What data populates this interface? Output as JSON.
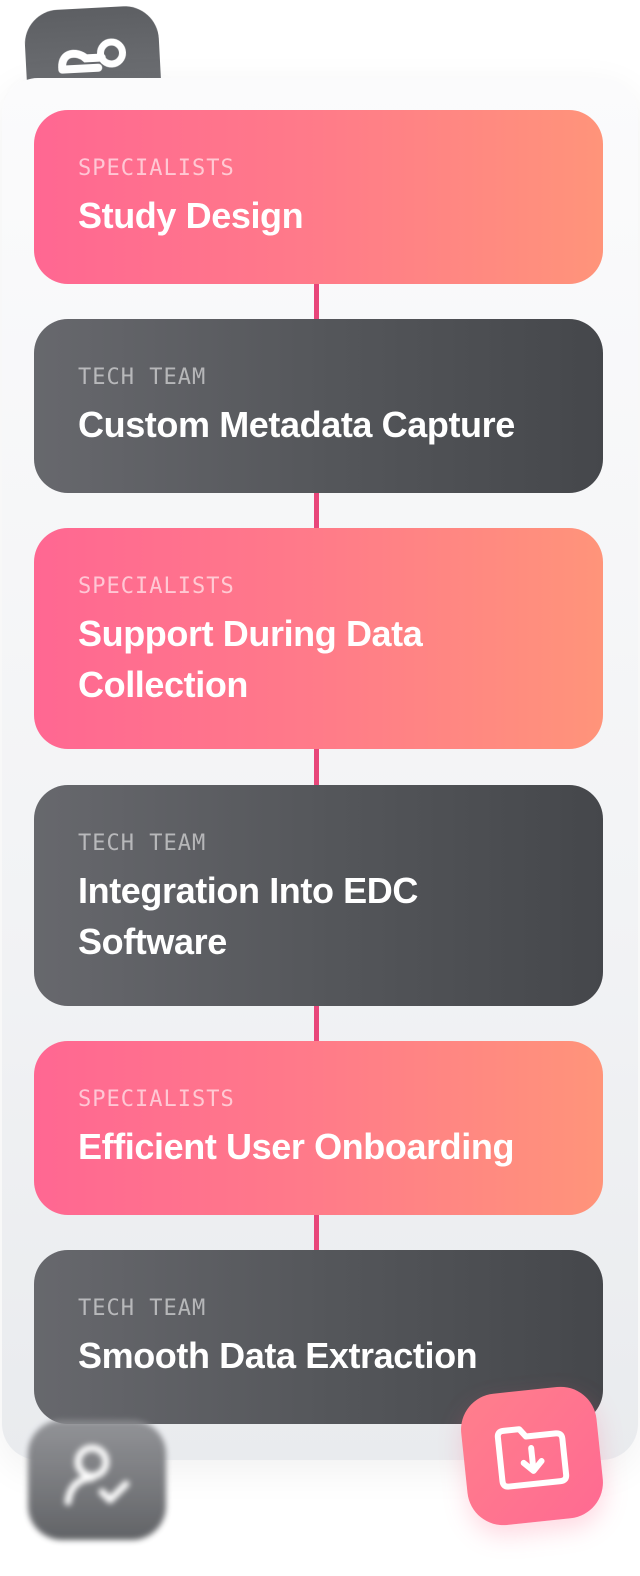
{
  "steps": [
    {
      "team": "SPECIALISTS",
      "title": "Study Design",
      "variant": "specialist"
    },
    {
      "team": "TECH TEAM",
      "title": "Custom Metadata Capture",
      "variant": "tech"
    },
    {
      "team": "SPECIALISTS",
      "title": "Support During Data Collection",
      "variant": "specialist"
    },
    {
      "team": "TECH TEAM",
      "title": "Integration Into EDC Software",
      "variant": "tech"
    },
    {
      "team": "SPECIALISTS",
      "title": "Efficient User Onboarding",
      "variant": "specialist"
    },
    {
      "team": "TECH TEAM",
      "title": "Smooth Data Extraction",
      "variant": "tech"
    }
  ],
  "icons": {
    "top_badge": "route-icon",
    "bottom_badge": "user-check-icon",
    "folder_button": "folder-download-icon"
  },
  "colors": {
    "specialist_gradient": [
      "#ff6792",
      "#ff947a"
    ],
    "tech_gradient": [
      "#67686d",
      "#45474b"
    ],
    "timeline": "#e8467a"
  }
}
